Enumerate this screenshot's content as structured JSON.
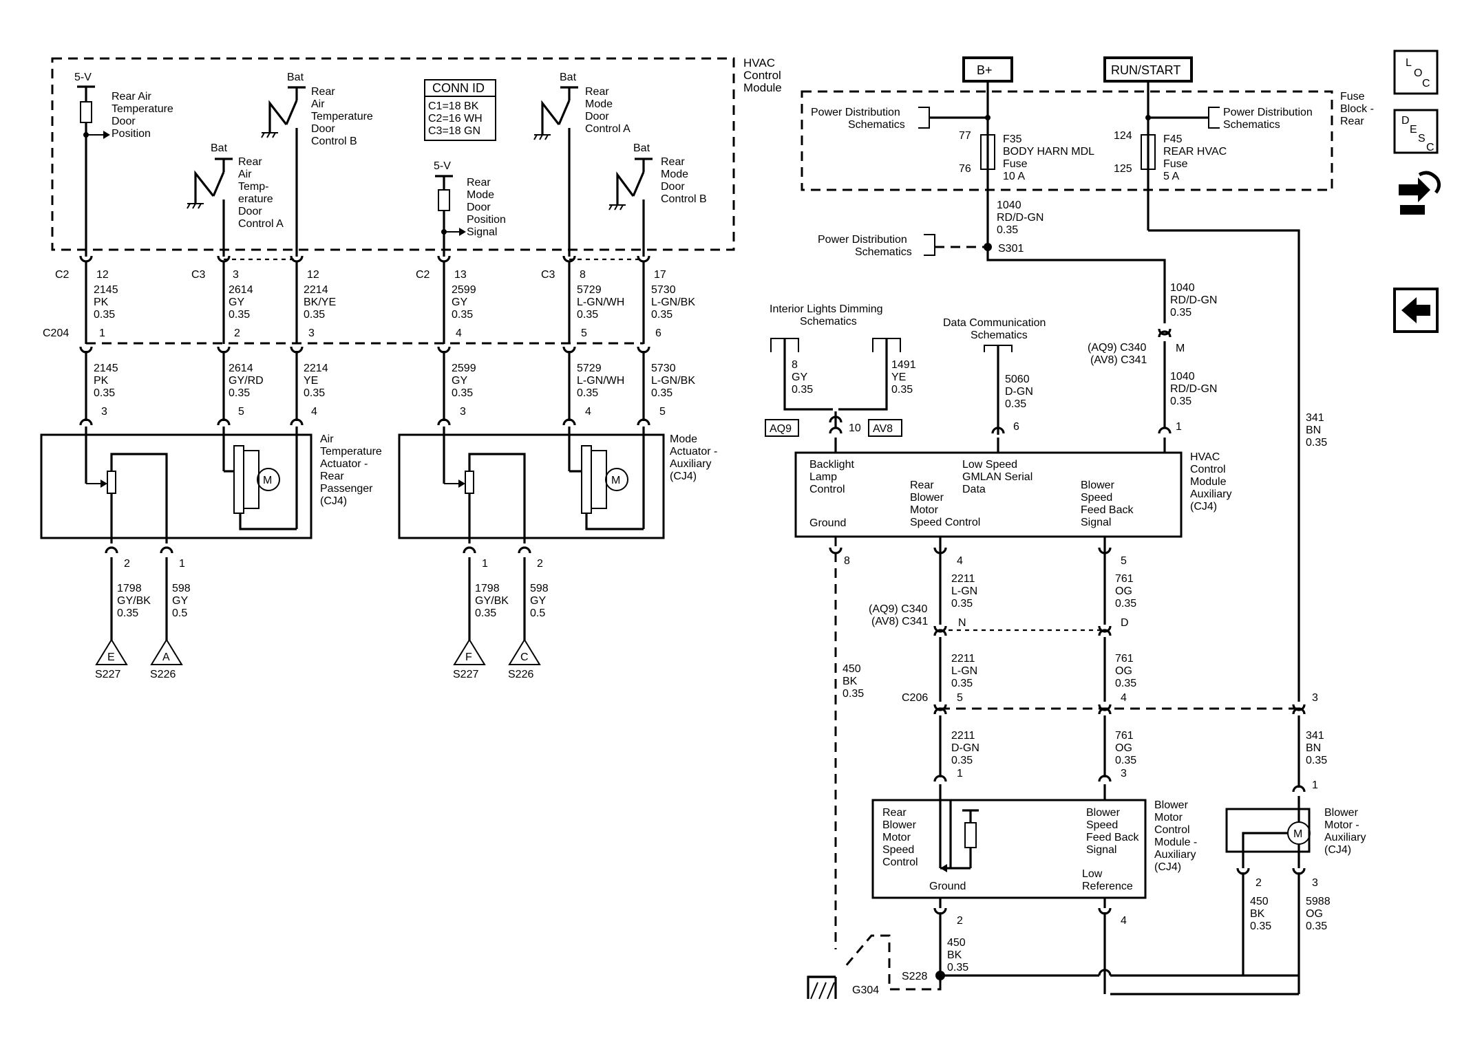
{
  "modules": {
    "hvac_control_module": [
      "HVAC",
      "Control",
      "Module"
    ],
    "hvac_control_module_aux": [
      "HVAC",
      "Control",
      "Module",
      "Auxiliary",
      "(CJ4)"
    ],
    "fuse_block_rear": [
      "Fuse",
      "Block -",
      "Rear"
    ],
    "air_temp_actuator": [
      "Air",
      "Temperature",
      "Actuator -",
      "Rear",
      "Passenger",
      "(CJ4)"
    ],
    "mode_actuator": [
      "Mode",
      "Actuator -",
      "Auxiliary",
      "(CJ4)"
    ],
    "blower_motor_control_module": [
      "Blower",
      "Motor",
      "Control",
      "Module -",
      "Auxiliary",
      "(CJ4)"
    ],
    "blower_motor_aux": [
      "Blower",
      "Motor -",
      "Auxiliary",
      "(CJ4)"
    ]
  },
  "conn_id": {
    "title": "CONN ID",
    "rows": [
      "C1=18 BK",
      "C2=16 WH",
      "C3=18 GN"
    ]
  },
  "power": {
    "bplus": "B+",
    "run_start": "RUN/START"
  },
  "hvac_internal": {
    "sensor1_label": [
      "Rear Air",
      "Temperature",
      "Door",
      "Position"
    ],
    "sensor1_supply": "5-V",
    "switch1_label": [
      "Rear",
      "Air",
      "Temperature",
      "Door",
      "Control B"
    ],
    "switch1_supply": "Bat",
    "switch2_label": [
      "Rear",
      "Air",
      "Temp-",
      "erature",
      "Door",
      "Control A"
    ],
    "switch2_supply": "Bat",
    "sensor2_label": [
      "Rear",
      "Mode",
      "Door",
      "Position",
      "Signal"
    ],
    "sensor2_supply": "5-V",
    "switch3_label": [
      "Rear",
      "Mode",
      "Door",
      "Control A"
    ],
    "switch3_supply": "Bat",
    "switch4_label": [
      "Rear",
      "Mode",
      "Door",
      "Control B"
    ],
    "switch4_supply": "Bat"
  },
  "connectors": {
    "c2": "C2",
    "c3": "C3",
    "c204": "C204",
    "c206": "C206",
    "c340_aq9": "(AQ9) C340",
    "c341_av8": "(AV8) C341"
  },
  "pins_upper": [
    "12",
    "3",
    "12",
    "13",
    "8",
    "17"
  ],
  "pins_c204": [
    "1",
    "2",
    "3",
    "4",
    "5",
    "6"
  ],
  "pins_actuator": [
    "3",
    "5",
    "4",
    "3",
    "4",
    "5"
  ],
  "wires_upper": [
    [
      "2145",
      "PK",
      "0.35"
    ],
    [
      "2614",
      "GY",
      "0.35"
    ],
    [
      "2214",
      "BK/YE",
      "0.35"
    ],
    [
      "2599",
      "GY",
      "0.35"
    ],
    [
      "5729",
      "L-GN/WH",
      "0.35"
    ],
    [
      "5730",
      "L-GN/BK",
      "0.35"
    ]
  ],
  "wires_lower": [
    [
      "2145",
      "PK",
      "0.35"
    ],
    [
      "2614",
      "GY/RD",
      "0.35"
    ],
    [
      "2214",
      "YE",
      "0.35"
    ],
    [
      "2599",
      "GY",
      "0.35"
    ],
    [
      "5729",
      "L-GN/WH",
      "0.35"
    ],
    [
      "5730",
      "L-GN/BK",
      "0.35"
    ]
  ],
  "actuator_bottom": {
    "pins": [
      "2",
      "1",
      "1",
      "2"
    ],
    "wires": [
      [
        "1798",
        "GY/BK",
        "0.35"
      ],
      [
        "598",
        "GY",
        "0.5"
      ],
      [
        "1798",
        "GY/BK",
        "0.35"
      ],
      [
        "598",
        "GY",
        "0.5"
      ]
    ],
    "splice_letters": [
      "E",
      "A",
      "F",
      "C"
    ],
    "splice_names": [
      "S227",
      "S226",
      "S227",
      "S226"
    ]
  },
  "fuses": {
    "f35": {
      "name": "F35",
      "desc": [
        "BODY HARN MDL",
        "Fuse",
        "10 A"
      ],
      "pin_in": "77",
      "pin_out": "76"
    },
    "f45": {
      "name": "F45",
      "desc": [
        "REAR HVAC",
        "Fuse",
        "5 A"
      ],
      "pin_in": "124",
      "pin_out": "125"
    }
  },
  "refs": {
    "power_dist": [
      "Power Distribution",
      "Schematics"
    ],
    "interior_lights": [
      "Interior Lights Dimming",
      "Schematics"
    ],
    "data_comm": [
      "Data Communication",
      "Schematics"
    ]
  },
  "splices": {
    "s301": "S301",
    "s228": "S228",
    "g304": "G304"
  },
  "options": {
    "aq9": "AQ9",
    "av8": "AV8"
  },
  "wire_1040": [
    "1040",
    "RD/D-GN",
    "0.35"
  ],
  "wire_341": [
    "341",
    "BN",
    "0.35"
  ],
  "dimming": {
    "wire_aq9": [
      "8",
      "GY",
      "0.35"
    ],
    "wire_av8": [
      "1491",
      "YE",
      "0.35"
    ],
    "pin": "10"
  },
  "data_wire": [
    "5060",
    "D-GN",
    "0.35"
  ],
  "data_pin": "6",
  "pin_m": "M",
  "pin_1": "1",
  "hvac_aux_labels": {
    "backlight": [
      "Backlight",
      "Lamp",
      "Control"
    ],
    "ground": "Ground",
    "gmlan": [
      "Low Speed",
      "GMLAN Serial",
      "Data"
    ],
    "rear_blower": [
      "Rear",
      "Blower",
      "Motor",
      "Speed Control"
    ],
    "feedback": [
      "Blower",
      "Speed",
      "Feed Back",
      "Signal"
    ]
  },
  "hvac_aux_bottom": {
    "pins": [
      "8",
      "4",
      "5"
    ],
    "wire_450": [
      "450",
      "BK",
      "0.35"
    ],
    "wire_2211": [
      "2211",
      "L-GN",
      "0.35"
    ],
    "wire_761": [
      "761",
      "OG",
      "0.35"
    ],
    "pin_n": "N",
    "pin_d": "D"
  },
  "c206_pins": [
    "5",
    "4",
    "3"
  ],
  "lower_wires": {
    "w2211": [
      "2211",
      "L-GN",
      "0.35"
    ],
    "w761": [
      "761",
      "OG",
      "0.35"
    ],
    "w2211b": [
      "2211",
      "D-GN",
      "0.35"
    ],
    "w761b": [
      "761",
      "OG",
      "0.35"
    ],
    "w341": [
      "341",
      "BN",
      "0.35"
    ]
  },
  "bmcm_pins_top": [
    "1",
    "3"
  ],
  "bmcm_labels": {
    "rear_blower": [
      "Rear",
      "Blower",
      "Motor",
      "Speed",
      "Control"
    ],
    "feedback": [
      "Blower",
      "Speed",
      "Feed Back",
      "Signal"
    ],
    "ground": "Ground",
    "low_ref": [
      "Low",
      "Reference"
    ]
  },
  "bmcm_pins_bottom": [
    "2",
    "4"
  ],
  "bmcm_ground_wire": [
    "450",
    "BK",
    "0.35"
  ],
  "blower_pins": [
    "1",
    "2",
    "3"
  ],
  "blower_wires": {
    "w450": [
      "450",
      "BK",
      "0.35"
    ],
    "w5988": [
      "5988",
      "OG",
      "0.35"
    ]
  },
  "motor_symbol": "M",
  "nav": {
    "loc": [
      "L",
      "O",
      "C"
    ],
    "desc": [
      "D",
      "E",
      "S",
      "C"
    ]
  }
}
